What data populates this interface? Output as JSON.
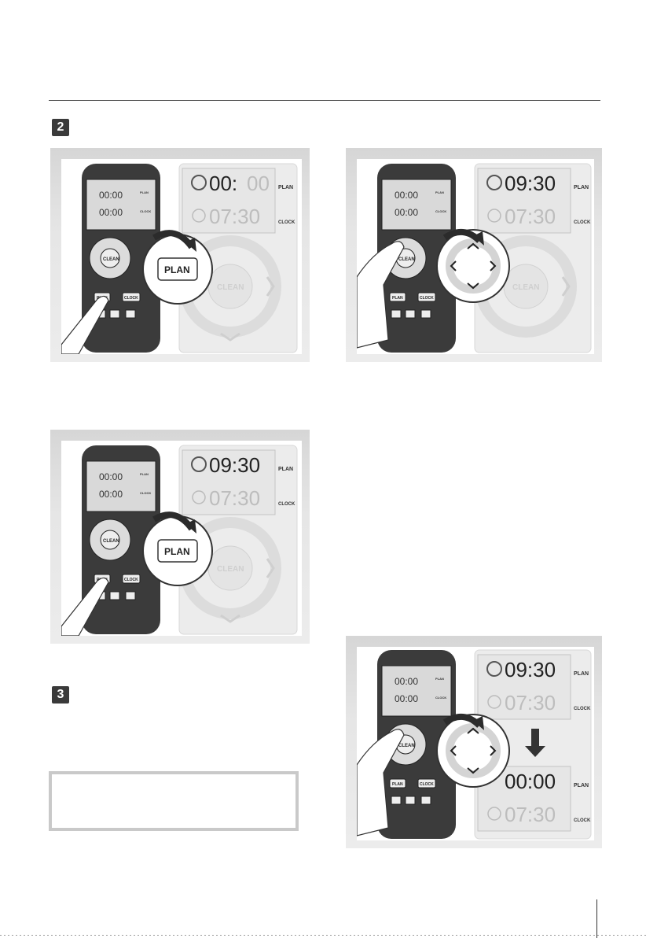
{
  "steps": {
    "step2": "2",
    "step3": "3"
  },
  "remote": {
    "lcd_top": "00:00",
    "lcd_bottom": "00:00",
    "lcd_plan": "PLAN",
    "lcd_clock": "CLOCK",
    "center": "CLEAN",
    "plan_btn": "PLAN",
    "clock_btn": "CLOCK"
  },
  "zoom": {
    "plan_key": "PLAN",
    "clean": "CLEAN",
    "plan_label": "PLAN",
    "clock_label": "CLOCK"
  },
  "figures": {
    "fig1": {
      "time_top_a": "00:",
      "time_top_b": "00",
      "time_bottom": "07:30"
    },
    "fig2": {
      "time_top": "09:30",
      "time_bottom": "07:30"
    },
    "fig3": {
      "time_top": "09:30",
      "time_bottom": "07:30"
    },
    "fig4": {
      "time_top": "09:30",
      "time_bottom_a": "07:30",
      "time_top2": "00:00",
      "time_bottom2": "07:30"
    }
  },
  "colors": {
    "panel": "#e3e3e3",
    "remote": "#3b3b3b",
    "lcd": "#d8d8d8",
    "faded": "#cfcfcf"
  }
}
